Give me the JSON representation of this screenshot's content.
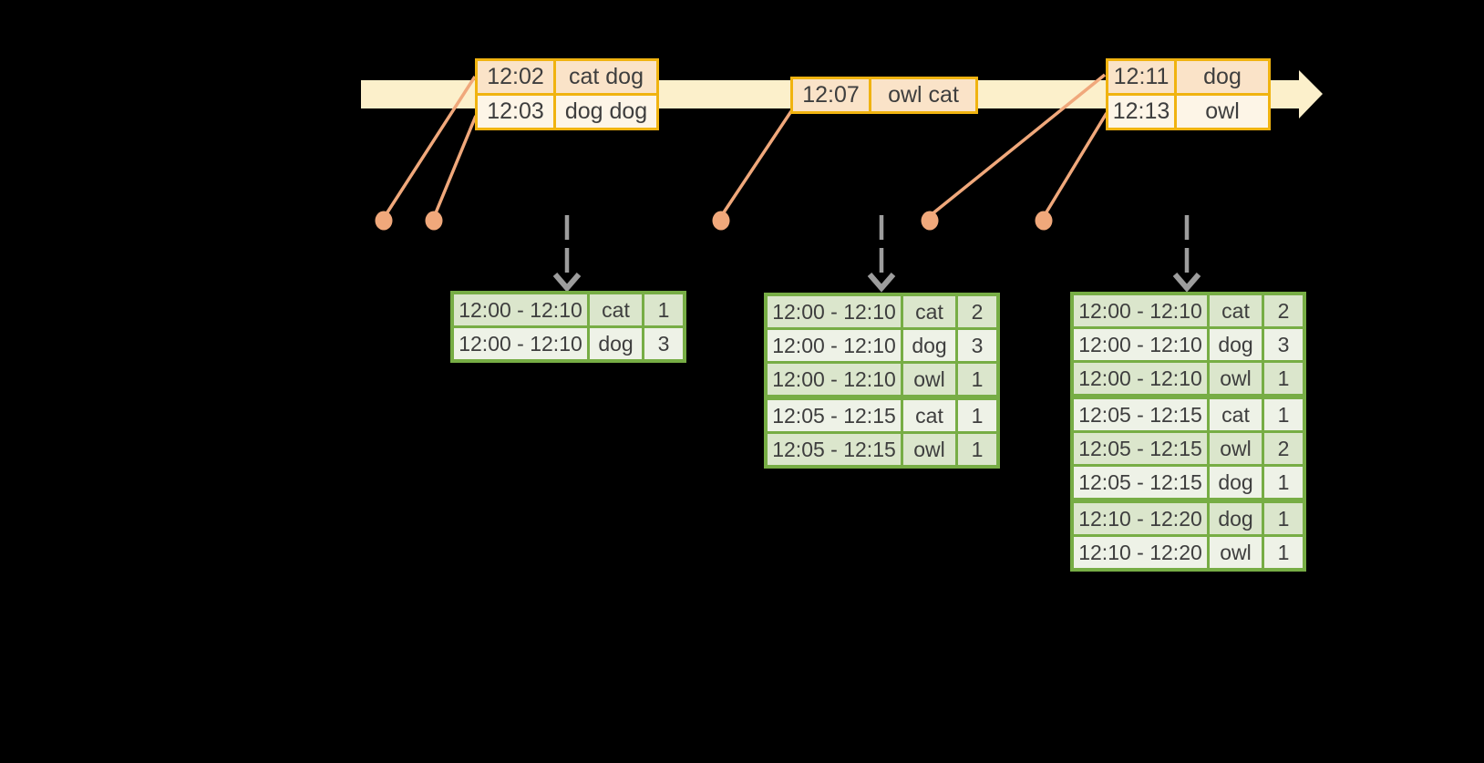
{
  "colors": {
    "background": "#000000",
    "timeline_band": "#FCF0CB",
    "event_border": "#F0B310",
    "event_row_peach": "#FAE3C8",
    "event_row_cream": "#FDF5E7",
    "result_border": "#77AD45",
    "result_row_dark": "#DBE6CC",
    "result_row_light": "#EEF2E7",
    "connector": "#F0A87B",
    "arrow_gray": "#9D9D9D",
    "text": "#3E3E3E"
  },
  "event_tables": [
    {
      "rows": [
        {
          "time": "12:02",
          "words": "cat dog"
        },
        {
          "time": "12:03",
          "words": "dog dog"
        }
      ]
    },
    {
      "rows": [
        {
          "time": "12:07",
          "words": "owl cat"
        }
      ]
    },
    {
      "rows": [
        {
          "time": "12:11",
          "words": "dog"
        },
        {
          "time": "12:13",
          "words": "owl"
        }
      ]
    }
  ],
  "result_tables": [
    {
      "rows": [
        [
          "12:00 - 12:10",
          "cat",
          1
        ],
        [
          "12:00 - 12:10",
          "dog",
          3
        ]
      ]
    },
    {
      "rows": [
        [
          "12:00 - 12:10",
          "cat",
          2
        ],
        [
          "12:00 - 12:10",
          "dog",
          3
        ],
        [
          "12:00 - 12:10",
          "owl",
          1
        ],
        [
          "12:05 - 12:15",
          "cat",
          1
        ],
        [
          "12:05 - 12:15",
          "owl",
          1
        ]
      ]
    },
    {
      "rows": [
        [
          "12:00 - 12:10",
          "cat",
          2
        ],
        [
          "12:00 - 12:10",
          "dog",
          3
        ],
        [
          "12:00 - 12:10",
          "owl",
          1
        ],
        [
          "12:05 - 12:15",
          "cat",
          1
        ],
        [
          "12:05 - 12:15",
          "owl",
          2
        ],
        [
          "12:05 - 12:15",
          "dog",
          1
        ],
        [
          "12:10 - 12:20",
          "dog",
          1
        ],
        [
          "12:10 - 12:20",
          "owl",
          1
        ]
      ]
    }
  ]
}
